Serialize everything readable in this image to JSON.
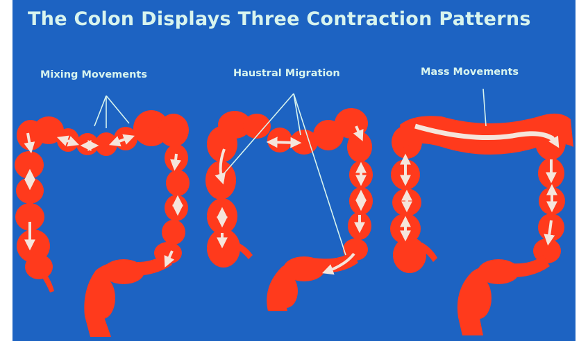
{
  "slide": {
    "title": "The Colon Displays Three Contraction Patterns",
    "panels": [
      {
        "label": "Mixing Movements"
      },
      {
        "label": "Haustral Migration"
      },
      {
        "label": "Mass Movements"
      }
    ]
  },
  "colors": {
    "background": "#1d63c2",
    "colon": "#ff3a1c",
    "arrow": "#f5e6dc",
    "text": "#d8f4ee"
  }
}
